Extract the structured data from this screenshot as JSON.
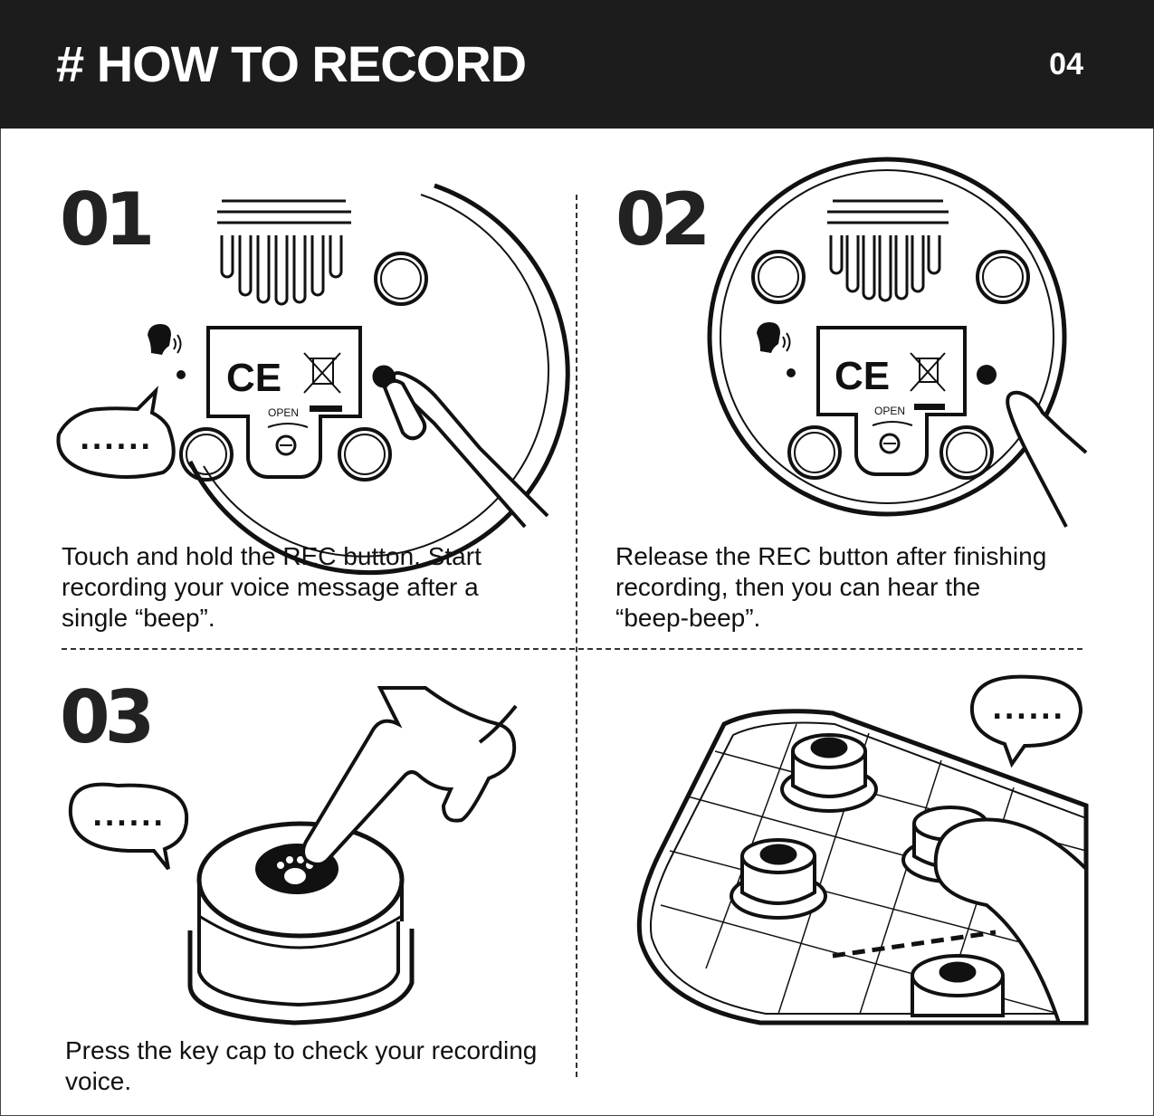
{
  "header": {
    "title": "# HOW TO RECORD",
    "page_number": "04"
  },
  "steps": [
    {
      "number": "01",
      "caption_lines": [
        "Touch and hold the REC button. Start",
        "recording your voice message after a",
        "single “beep”."
      ]
    },
    {
      "number": "02",
      "caption_lines": [
        "Release the REC button after finishing",
        "recording, then you can hear the",
        "“beep-beep”."
      ]
    },
    {
      "number": "03",
      "caption_lines": [
        "Press the key cap to check your recording",
        "voice."
      ]
    }
  ],
  "device": {
    "open_label": "OPEN",
    "ce_mark": "CE"
  },
  "speech_bubble_text": "......",
  "icons": [
    "speaker-icon",
    "paw-icon",
    "waste-bin-icon",
    "screw-icon"
  ]
}
